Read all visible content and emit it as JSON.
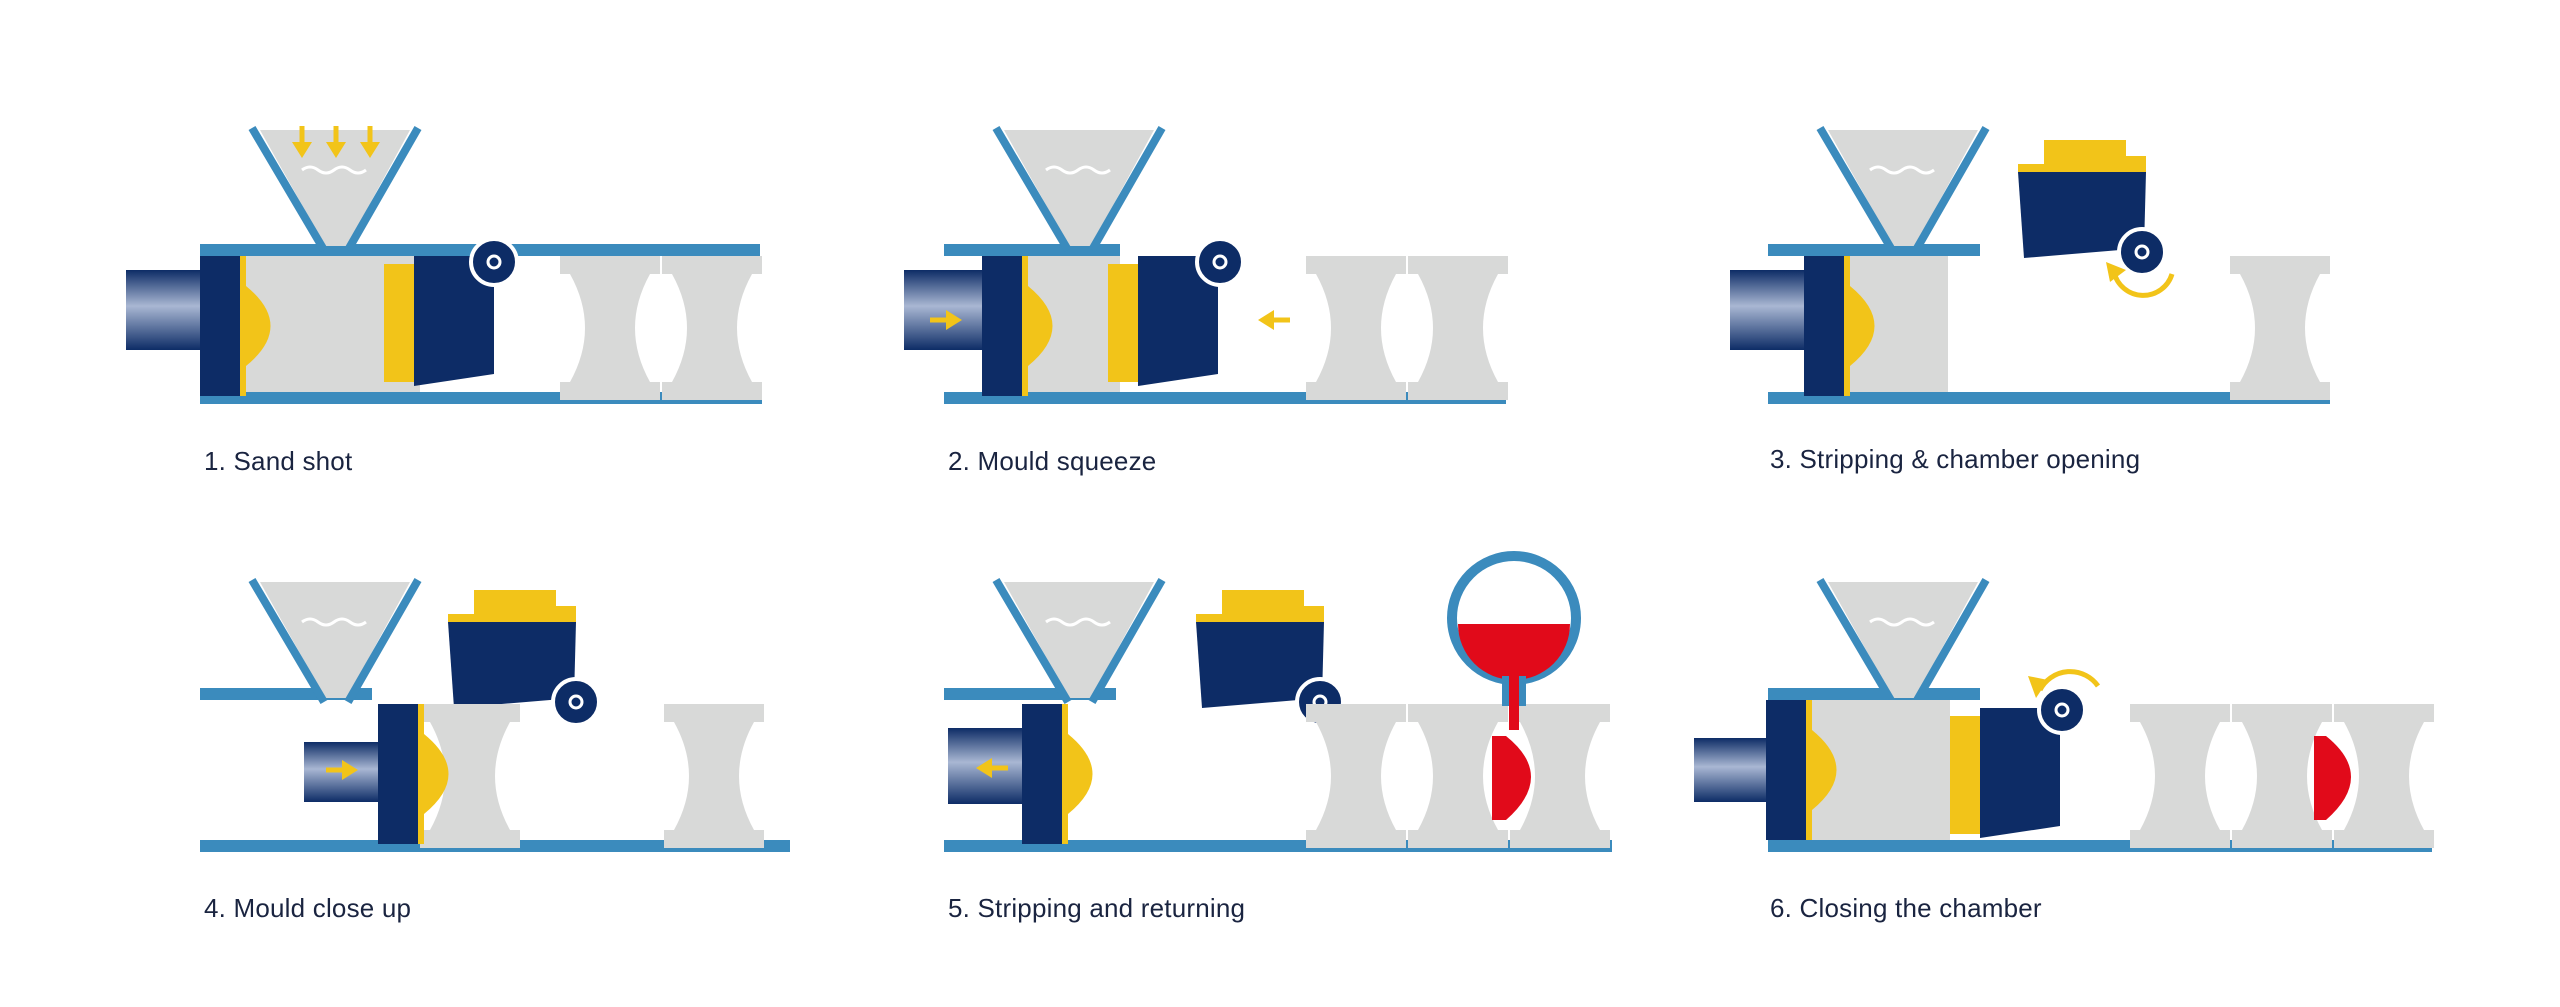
{
  "colors": {
    "navy": "#0d2c66",
    "blue": "#3b8bbd",
    "yellow": "#f2c419",
    "grey": "#d8d9d8",
    "red": "#e10a1a"
  },
  "steps": [
    {
      "label": "1. Sand shot"
    },
    {
      "label": "2. Mould squeeze"
    },
    {
      "label": "3. Stripping & chamber opening"
    },
    {
      "label": "4. Mould close up"
    },
    {
      "label": "5. Stripping and returning"
    },
    {
      "label": "6. Closing the chamber"
    }
  ]
}
